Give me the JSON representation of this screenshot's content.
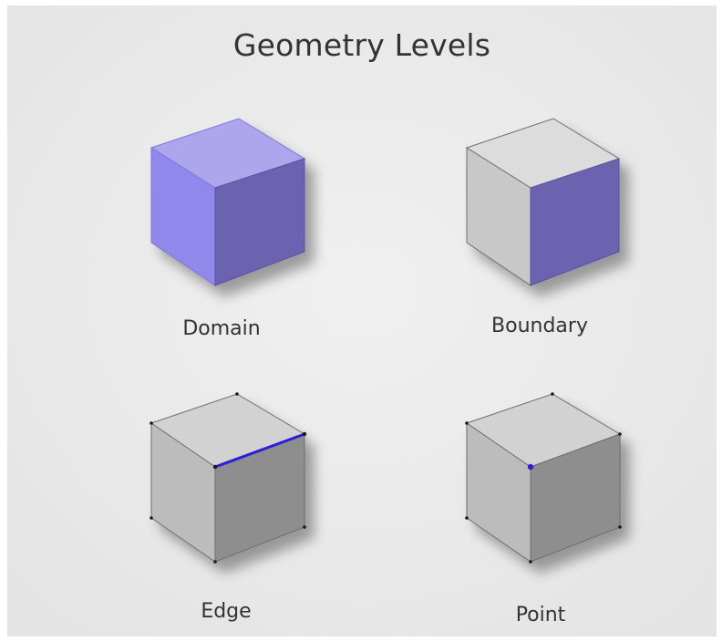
{
  "title": "Geometry Levels",
  "highlight_color": "#8b82e8",
  "panels": [
    {
      "label": "Domain",
      "level": "domain"
    },
    {
      "label": "Boundary",
      "level": "boundary"
    },
    {
      "label": "Edge",
      "level": "edge"
    },
    {
      "label": "Point",
      "level": "point"
    }
  ]
}
